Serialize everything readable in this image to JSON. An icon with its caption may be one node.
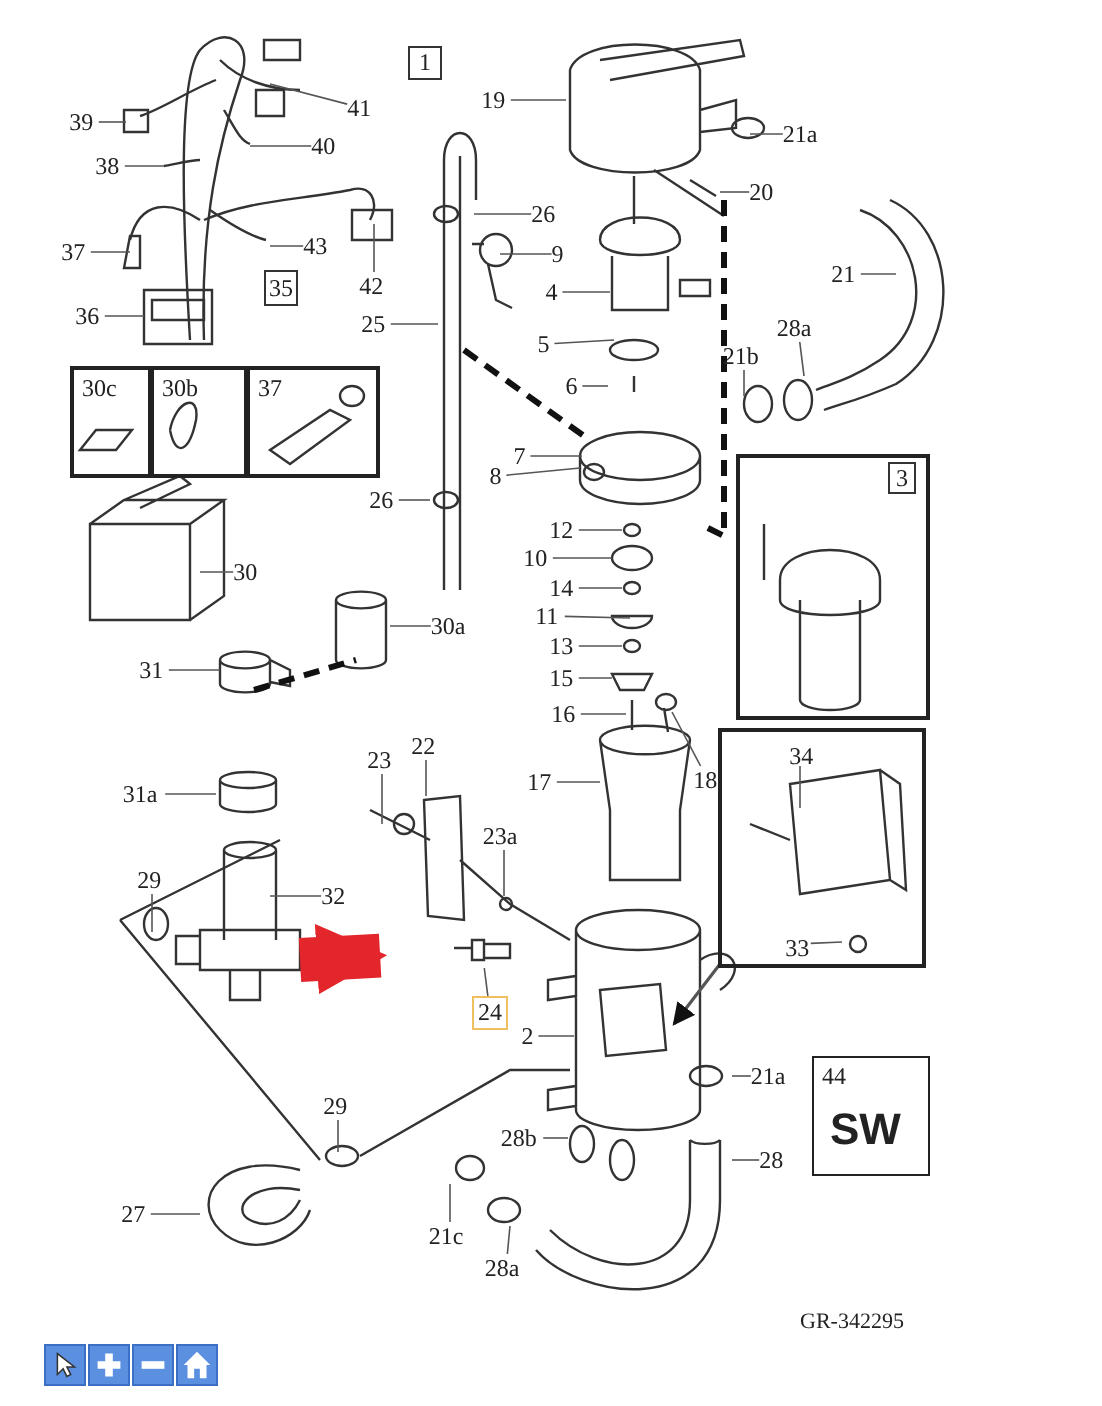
{
  "diagram": {
    "nodes": [
      {
        "text": [
          "39"
        ]
      },
      {
        "text": [
          "41"
        ]
      },
      {
        "text": [
          "40"
        ]
      },
      {
        "text": [
          "38"
        ]
      },
      {
        "text": [
          "37"
        ]
      },
      {
        "text": [
          "43"
        ]
      },
      {
        "text": [
          "42"
        ]
      },
      {
        "text": [
          "36"
        ]
      },
      {
        "text": [
          "35"
        ]
      },
      {
        "text": [
          "30c"
        ]
      },
      {
        "text": [
          "30b"
        ]
      },
      {
        "text": [
          "37"
        ]
      },
      {
        "text": [
          "30"
        ]
      },
      {
        "text": [
          "1"
        ]
      },
      {
        "text": [
          "19"
        ]
      },
      {
        "text": [
          "21a"
        ]
      },
      {
        "text": [
          "20"
        ]
      },
      {
        "text": [
          "26"
        ]
      },
      {
        "text": [
          "9"
        ]
      },
      {
        "text": [
          "4"
        ]
      },
      {
        "text": [
          "5"
        ]
      },
      {
        "text": [
          "6"
        ]
      },
      {
        "text": [
          "21"
        ]
      },
      {
        "text": [
          "28a"
        ]
      },
      {
        "text": [
          "21b"
        ]
      },
      {
        "text": [
          "25"
        ]
      },
      {
        "text": [
          "7"
        ]
      },
      {
        "text": [
          "8"
        ]
      },
      {
        "text": [
          "26"
        ]
      },
      {
        "text": [
          "3"
        ]
      },
      {
        "text": [
          "12"
        ]
      },
      {
        "text": [
          "10"
        ]
      },
      {
        "text": [
          "14"
        ]
      },
      {
        "text": [
          "11"
        ]
      },
      {
        "text": [
          "13"
        ]
      },
      {
        "text": [
          "15"
        ]
      },
      {
        "text": [
          "16"
        ]
      },
      {
        "text": [
          "30a"
        ]
      },
      {
        "text": [
          "31"
        ]
      },
      {
        "text": [
          "18"
        ]
      },
      {
        "text": [
          "17"
        ]
      },
      {
        "text": [],
        "shape": "box"
      },
      {
        "text": [
          "31a"
        ]
      },
      {
        "text": [
          "22"
        ]
      },
      {
        "text": [
          "23"
        ]
      },
      {
        "text": [
          "23a"
        ]
      },
      {
        "text": [
          "29"
        ]
      },
      {
        "text": [
          "32"
        ]
      },
      {
        "text": [
          "33"
        ],
        "in": 41
      },
      {
        "text": [
          "24"
        ]
      },
      {
        "text": [
          "2"
        ]
      },
      {
        "text": [
          "21a"
        ]
      },
      {
        "text": [
          "44",
          "SW"
        ]
      },
      {
        "text": [
          "28b"
        ]
      },
      {
        "text": [
          "28"
        ]
      },
      {
        "text": [
          "29"
        ]
      },
      {
        "text": [
          "27"
        ]
      },
      {
        "text": [
          "21c"
        ]
      },
      {
        "text": [
          "28a"
        ]
      },
      {
        "text": [],
        "shape": "picture"
      },
      {
        "text": [
          "34"
        ],
        "in": 41
      }
    ],
    "edges": [
      {
        "from": 0,
        "to": null,
        "arrow": "none"
      },
      {
        "from": 1,
        "to": null,
        "arrow": "none"
      },
      {
        "from": 2,
        "to": null,
        "arrow": "none"
      },
      {
        "from": 3,
        "to": null,
        "arrow": "none"
      },
      {
        "from": 4,
        "to": null,
        "arrow": "none"
      },
      {
        "from": 5,
        "to": null,
        "arrow": "none"
      },
      {
        "from": 6,
        "to": null,
        "arrow": "none"
      },
      {
        "from": 7,
        "to": null,
        "arrow": "none"
      },
      {
        "from": 12,
        "to": null,
        "arrow": "none"
      },
      {
        "from": 14,
        "to": null,
        "arrow": "none"
      },
      {
        "from": 15,
        "to": null,
        "arrow": "none"
      },
      {
        "from": 16,
        "to": null,
        "arrow": "none"
      },
      {
        "from": 17,
        "to": null,
        "arrow": "none"
      },
      {
        "from": 18,
        "to": null,
        "arrow": "none"
      },
      {
        "from": 19,
        "to": null,
        "arrow": "none"
      },
      {
        "from": 20,
        "to": null,
        "arrow": "none"
      },
      {
        "from": 21,
        "to": null,
        "arrow": "none"
      },
      {
        "from": 22,
        "to": null,
        "arrow": "none"
      },
      {
        "from": 23,
        "to": null,
        "arrow": "none"
      },
      {
        "from": 24,
        "to": null,
        "arrow": "none"
      },
      {
        "from": 25,
        "to": null,
        "arrow": "none"
      },
      {
        "from": 26,
        "to": null,
        "arrow": "none"
      },
      {
        "from": 27,
        "to": null,
        "arrow": "none"
      },
      {
        "from": 28,
        "to": null,
        "arrow": "none"
      },
      {
        "from": 30,
        "to": null,
        "arrow": "none"
      },
      {
        "from": 31,
        "to": null,
        "arrow": "none"
      },
      {
        "from": 32,
        "to": null,
        "arrow": "none"
      },
      {
        "from": 33,
        "to": null,
        "arrow": "none"
      },
      {
        "from": 34,
        "to": null,
        "arrow": "none"
      },
      {
        "from": 35,
        "to": null,
        "arrow": "none"
      },
      {
        "from": 36,
        "to": null,
        "arrow": "none"
      },
      {
        "from": 37,
        "to": null,
        "arrow": "none"
      },
      {
        "from": 38,
        "to": null,
        "arrow": "none"
      },
      {
        "from": 39,
        "to": null,
        "arrow": "none"
      },
      {
        "from": 40,
        "to": null,
        "arrow": "none"
      },
      {
        "from": 60,
        "to": null,
        "arrow": "none"
      },
      {
        "from": 41,
        "to": null,
        "arrow": "to"
      },
      {
        "from": 42,
        "to": null,
        "arrow": "none"
      },
      {
        "from": 43,
        "to": null,
        "arrow": "none"
      },
      {
        "from": 44,
        "to": null,
        "arrow": "none"
      },
      {
        "from": 45,
        "to": null,
        "arrow": "none"
      },
      {
        "from": 46,
        "to": null,
        "arrow": "none"
      },
      {
        "from": 47,
        "to": null,
        "arrow": "none"
      },
      {
        "from": 48,
        "to": null,
        "arrow": "none"
      },
      {
        "from": 49,
        "to": 59,
        "arrow": "none"
      },
      {
        "from": 50,
        "to": null,
        "arrow": "none"
      },
      {
        "from": 51,
        "to": null,
        "arrow": "none"
      },
      {
        "from": 53,
        "to": null,
        "arrow": "none"
      },
      {
        "from": 54,
        "to": null,
        "arrow": "none"
      },
      {
        "from": 55,
        "to": null,
        "arrow": "none"
      },
      {
        "from": 56,
        "to": null,
        "arrow": "none"
      },
      {
        "from": 57,
        "to": null,
        "arrow": "none"
      },
      {
        "from": 58,
        "to": null,
        "arrow": "none"
      },
      {
        "from": null,
        "to": 59,
        "arrow": "to",
        "style": "thick",
        "color": "#e3262c"
      }
    ],
    "labels": [
      "GR-342295"
    ]
  }
}
